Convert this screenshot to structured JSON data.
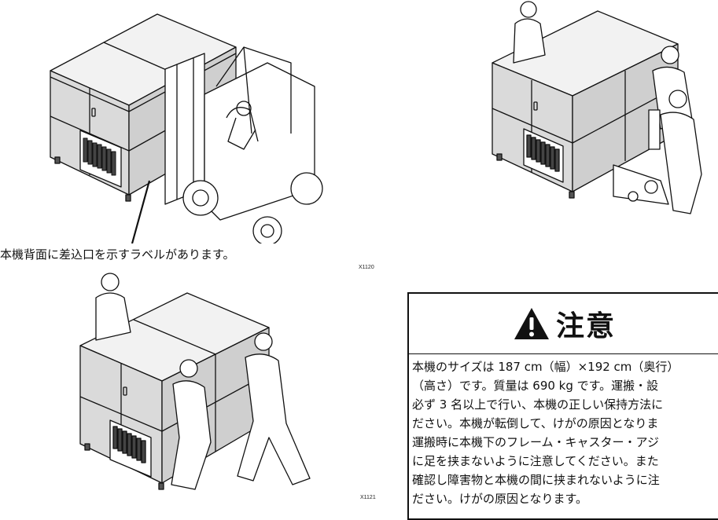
{
  "figures": {
    "forklift_id": "X1120",
    "manual_id": "X1121"
  },
  "callout": {
    "text": "本機背面に差込口を示すラベルがあります。"
  },
  "caution": {
    "title": "注意",
    "lines": [
      "本機のサイズは 187 cm（幅）×192 cm（奥行）",
      "（高さ）です。質量は 690 kg です。運搬・設",
      "必ず 3 名以上で行い、本機の正しい保持方法に",
      "ださい。本機が転倒して、けがの原因となりま",
      "運搬時に本機下のフレーム・キャスター・アジ",
      "に足を挟まないように注意してください。また",
      "確認し障害物と本機の間に挟まれないように注",
      "ださい。けがの原因となります。"
    ]
  },
  "icons": {
    "warning": "warning-triangle-icon"
  }
}
